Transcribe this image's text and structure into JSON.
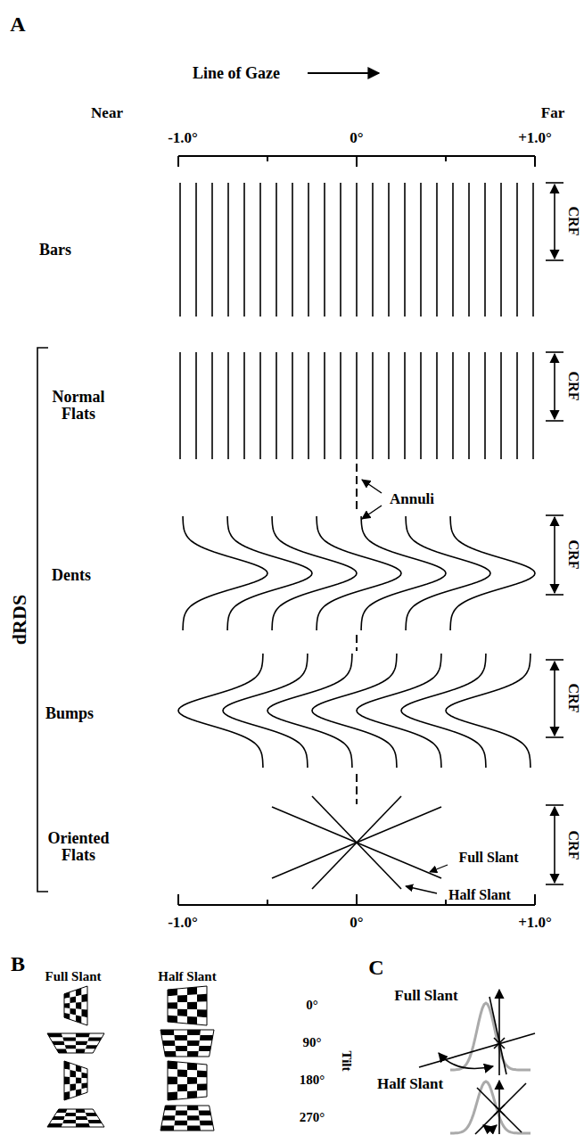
{
  "diagram": {
    "labels": [
      "A",
      "Line of Gaze",
      "Near",
      "Far",
      "-1.0°",
      "0°",
      "+1.0°",
      "Bars",
      "CRF",
      "Normal Flats",
      "CRF",
      "Annuli",
      "Dents",
      "CRF",
      "Bumps",
      "CRF",
      "dRDS",
      "Oriented Flats",
      "CRF",
      "Full Slant",
      "Half Slant",
      "-1.0°",
      "0°",
      "+1.0°",
      "B",
      "Full Slant",
      "Half Slant",
      "0°",
      "90°",
      "180°",
      "270°",
      "Tilt",
      "C",
      "Full Slant",
      "Half Slant"
    ]
  }
}
